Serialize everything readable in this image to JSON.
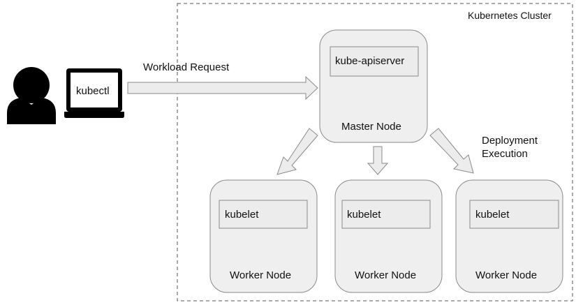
{
  "cluster": {
    "label": "Kubernetes Cluster"
  },
  "client": {
    "user_icon": "user-silhouette-icon",
    "laptop_icon": "laptop-icon",
    "laptop_label": "kubectl"
  },
  "request_arrow": {
    "label": "Workload Request"
  },
  "master": {
    "label": "Master Node",
    "component": "kube-apiserver"
  },
  "deployment": {
    "label_line1": "Deployment",
    "label_line2": "Execution"
  },
  "workers": [
    {
      "label": "Worker Node",
      "component": "kubelet"
    },
    {
      "label": "Worker Node",
      "component": "kubelet"
    },
    {
      "label": "Worker Node",
      "component": "kubelet"
    }
  ],
  "colors": {
    "node_fill": "#efefef",
    "node_stroke": "#8a8a8a",
    "arrow_fill": "#ececec",
    "arrow_stroke": "#8a8a8a",
    "icon_fill": "#000000",
    "cluster_border": "#555555"
  }
}
